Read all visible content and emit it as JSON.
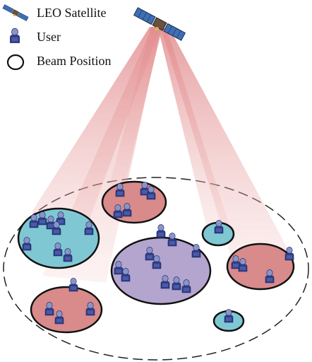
{
  "legend": {
    "satellite_label": "LEO Satellite",
    "user_label": "User",
    "beam_label": "Beam Position"
  },
  "icons": {
    "satellite": "satellite-icon",
    "user": "user-icon",
    "beam": "beam-position-icon"
  },
  "colors": {
    "beam_cone": "#e9a5a3",
    "beam_red": "#d98a8a",
    "beam_cyan": "#7fc8d3",
    "beam_purple": "#b4a5cf",
    "user_body": "#2f3f86",
    "outline": "#111111"
  }
}
